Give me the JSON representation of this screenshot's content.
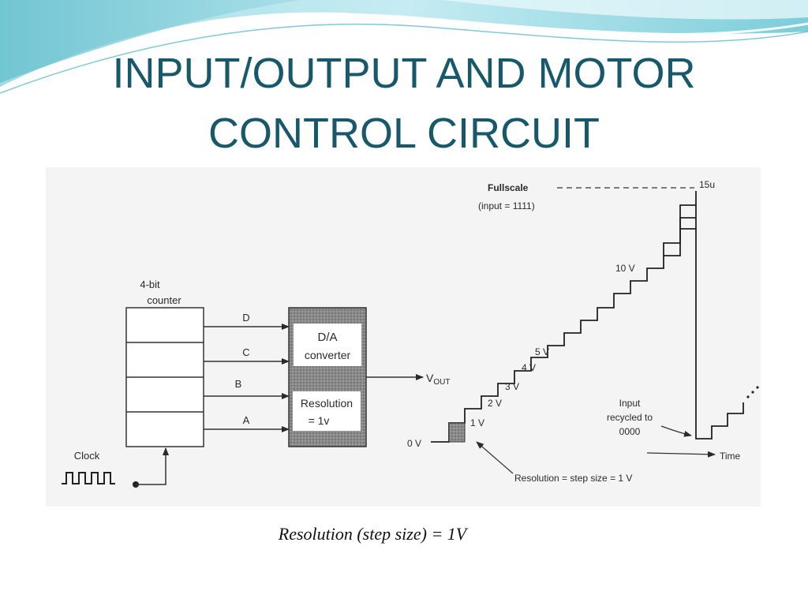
{
  "slide": {
    "title_line1": "INPUT/OUTPUT AND MOTOR",
    "title_line2": "CONTROL CIRCUIT",
    "caption": "Resolution (step size) = 1V"
  },
  "colors": {
    "title": "#17596b",
    "banner_light": "#cfeef3",
    "banner_mid": "#8fd3de",
    "banner_dark": "#4fb3c4"
  },
  "diagram": {
    "counter_label_line1": "4-bit",
    "counter_label_line2": "counter",
    "bits": [
      "D",
      "C",
      "B",
      "A"
    ],
    "clock_label": "Clock",
    "dac_line1": "D/A",
    "dac_line2": "converter",
    "resolution_line1": "Resolution",
    "resolution_line2": "= 1v",
    "vout_main": "V",
    "vout_sub": "OUT",
    "fullscale_line1": "Fullscale",
    "fullscale_line2": "(input = 1111)",
    "fullscale_value": "15u",
    "step_labels": {
      "v0": "0 V",
      "v1": "1 V",
      "v2": "2 V",
      "v3": "3 V",
      "v4": "4 V",
      "v5": "5 V",
      "v10": "10 V"
    },
    "recycle_line1": "Input",
    "recycle_line2": "recycled to",
    "recycle_line3": "0000",
    "time_label": "Time",
    "resolution_note": "Resolution = step size = 1 V"
  }
}
